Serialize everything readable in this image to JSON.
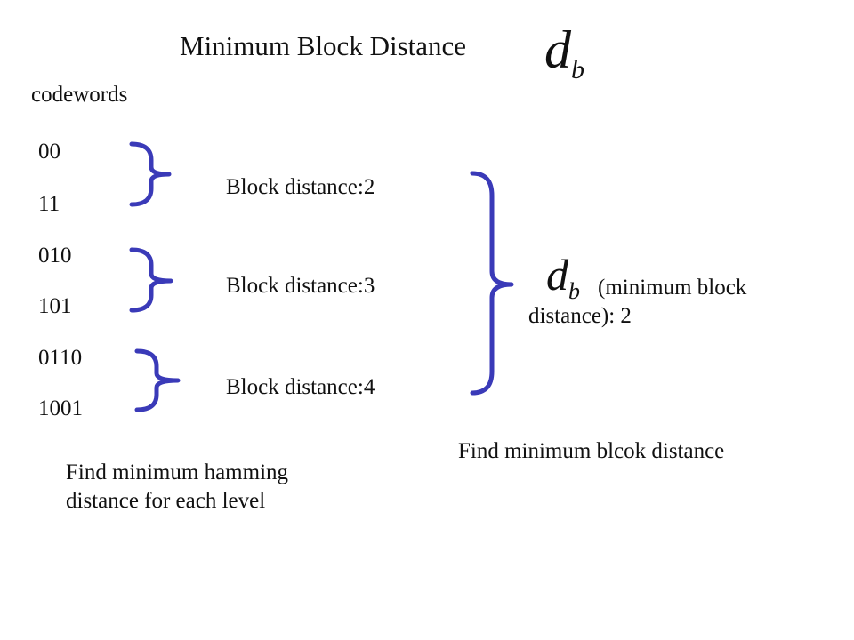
{
  "title": "Minimum Block Distance",
  "math_symbol": {
    "base": "d",
    "sub": "b"
  },
  "codewords_label": "codewords",
  "codewords": [
    "00",
    "11",
    "010",
    "101",
    "0110",
    "1001"
  ],
  "block_distances": [
    "Block distance:2",
    "Block distance:3",
    "Block distance:4"
  ],
  "result": {
    "text": "(minimum block distance): 2"
  },
  "notes": {
    "left": "Find minimum hamming distance for each level",
    "right": "Find minimum blcok distance"
  },
  "colors": {
    "brace": "#3a3ab8",
    "text": "#111111"
  }
}
